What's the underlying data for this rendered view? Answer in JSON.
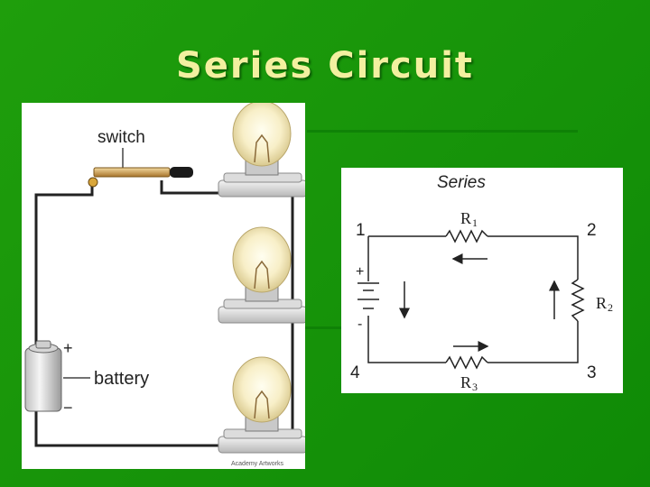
{
  "slide": {
    "title": "Series Circuit"
  },
  "illustration": {
    "switch_label": "switch",
    "battery_label": "battery",
    "plus_sign": "+",
    "minus_sign": "−",
    "credit": "Academy Artworks"
  },
  "schematic": {
    "heading": "Series",
    "nodes": [
      "1",
      "2",
      "3",
      "4"
    ],
    "resistor_letter": "R",
    "resistor_subscripts": [
      "1",
      "2",
      "3"
    ],
    "battery_plus": "+",
    "battery_minus": "-"
  }
}
